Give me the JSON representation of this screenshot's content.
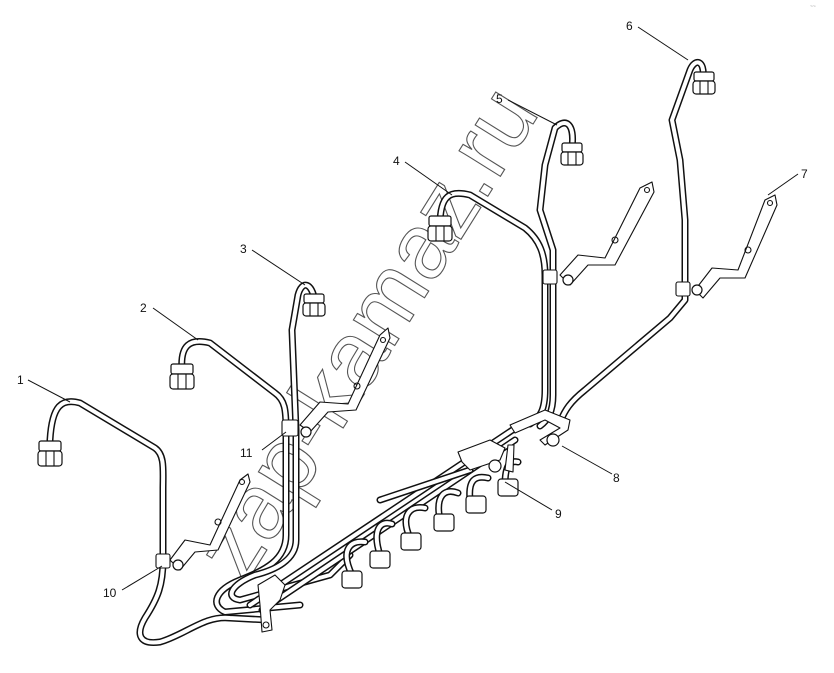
{
  "diagram": {
    "watermark": "zap-kamaz.ru",
    "corner_mark": "~~",
    "callouts": [
      {
        "id": "c1",
        "label": "1"
      },
      {
        "id": "c2",
        "label": "2"
      },
      {
        "id": "c3",
        "label": "3"
      },
      {
        "id": "c4",
        "label": "4"
      },
      {
        "id": "c5",
        "label": "5"
      },
      {
        "id": "c6",
        "label": "6"
      },
      {
        "id": "c7",
        "label": "7"
      },
      {
        "id": "c8",
        "label": "8"
      },
      {
        "id": "c9",
        "label": "9"
      },
      {
        "id": "c10",
        "label": "10"
      },
      {
        "id": "c11",
        "label": "11"
      }
    ]
  }
}
